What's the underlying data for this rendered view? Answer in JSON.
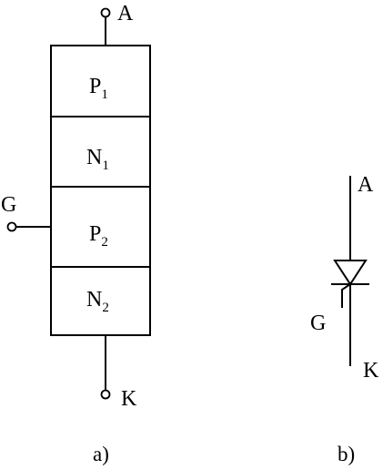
{
  "figure_a": {
    "layers": [
      {
        "base": "P",
        "sub": "1"
      },
      {
        "base": "N",
        "sub": "1"
      },
      {
        "base": "P",
        "sub": "2"
      },
      {
        "base": "N",
        "sub": "2"
      }
    ],
    "terminal_anode": "A",
    "terminal_gate": "G",
    "terminal_cathode": "K",
    "caption": "a)"
  },
  "figure_b": {
    "terminal_anode": "A",
    "terminal_gate": "G",
    "terminal_cathode": "K",
    "caption": "b)"
  }
}
